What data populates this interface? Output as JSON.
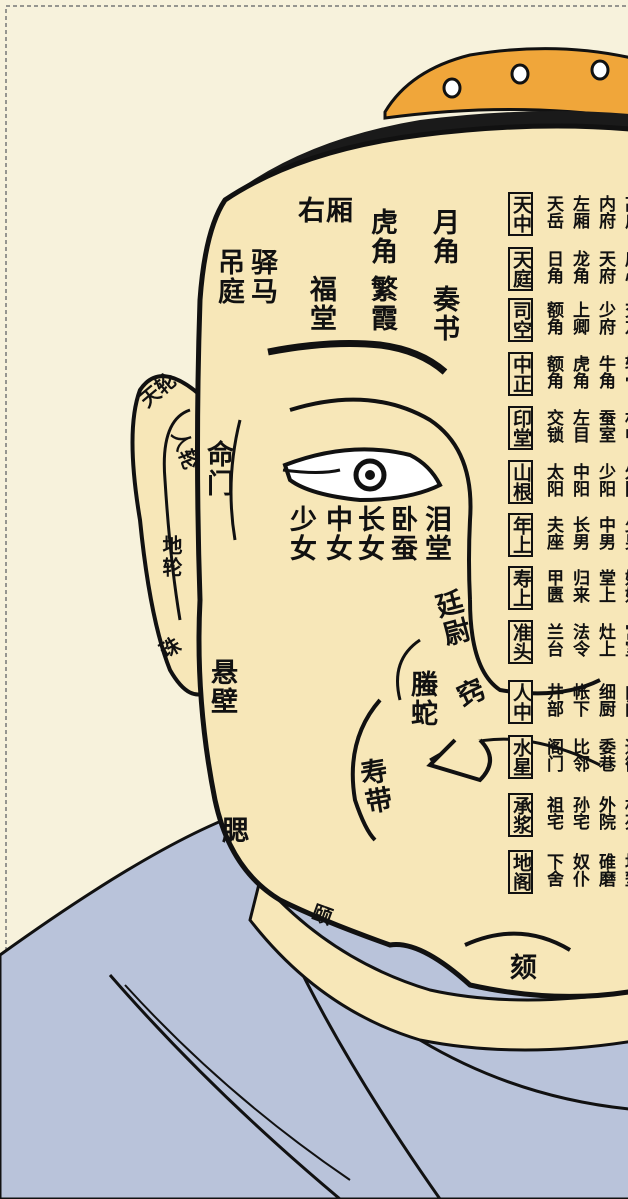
{
  "colors": {
    "page": "#f7f2dc",
    "face": "#f7e7b8",
    "robe": "#b9c3da",
    "cap": "#f0a63a",
    "ink": "#111111",
    "border": "#777777"
  },
  "face_labels": {
    "you_xiang": "右厢",
    "hu_jiao": "虎角",
    "yue_jiao": "月角",
    "diao_ting": "吊庭",
    "yi_ma": "驿马",
    "fu_tang": "福堂",
    "fan_xia": "繁霞",
    "zou_shu": "奏书",
    "tian_lun": "天轮",
    "ren_lun": "人轮",
    "ming_men": "命门",
    "di_lun": "地轮",
    "zhu": "珠",
    "shao_nv": "少女",
    "zhong_nv": "中女",
    "zhang_nv": "长女",
    "wo_can": "卧蚕",
    "lei_tang": "泪堂",
    "ting_wei": "廷尉",
    "teng_she": "螣蛇",
    "qiao": "窍",
    "xuan_bi": "悬壁",
    "shou_dai": "寿带",
    "sai": "腮",
    "yi": "颐",
    "ke": "颏"
  },
  "zones": [
    {
      "name": "天中",
      "cols": [
        "天岳",
        "左厢",
        "内府",
        "高广"
      ]
    },
    {
      "name": "天庭",
      "cols": [
        "日角",
        "龙角",
        "天府",
        "房心"
      ]
    },
    {
      "name": "司空",
      "cols": [
        "额角",
        "上卿",
        "少府",
        "交友"
      ]
    },
    {
      "name": "中正",
      "cols": [
        "额角",
        "虎角",
        "牛角",
        "辅骨"
      ]
    },
    {
      "name": "印堂",
      "cols": [
        "交锁",
        "左目",
        "蚕室",
        "林中"
      ]
    },
    {
      "name": "山根",
      "cols": [
        "太阳",
        "中阳",
        "少阳",
        "外阳"
      ]
    },
    {
      "name": "年上",
      "cols": [
        "夫座",
        "长男",
        "中男",
        "少男"
      ]
    },
    {
      "name": "寿上",
      "cols": [
        "甲匮",
        "归来",
        "堂上",
        "姑姊"
      ]
    },
    {
      "name": "准头",
      "cols": [
        "兰台",
        "法令",
        "灶上",
        "宫室"
      ]
    },
    {
      "name": "人中",
      "cols": [
        "井部",
        "帐下",
        "细厨",
        "内阁"
      ]
    },
    {
      "name": "水星",
      "cols": [
        "阁门",
        "比邻",
        "委巷",
        "通衢"
      ]
    },
    {
      "name": "承浆",
      "cols": [
        "祖宅",
        "孙宅",
        "外院",
        "林苑"
      ]
    },
    {
      "name": "地阁",
      "cols": [
        "下舍",
        "奴仆",
        "碓磨",
        "坑堑"
      ]
    }
  ]
}
